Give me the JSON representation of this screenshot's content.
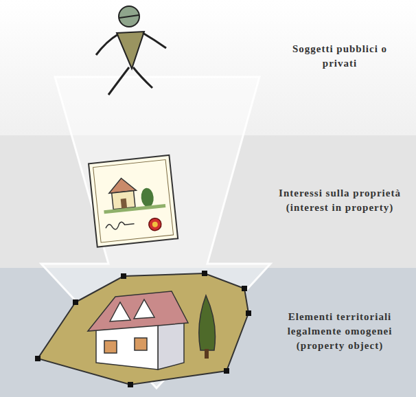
{
  "diagram": {
    "nodes": [
      {
        "text": [
          "Soggetti pubblici o privati"
        ]
      },
      {
        "text": [
          "Interessi sulla proprietà (interest in property)"
        ]
      },
      {
        "text": [
          "Elementi territoriali legalmente omogenei (property object)"
        ]
      }
    ]
  }
}
